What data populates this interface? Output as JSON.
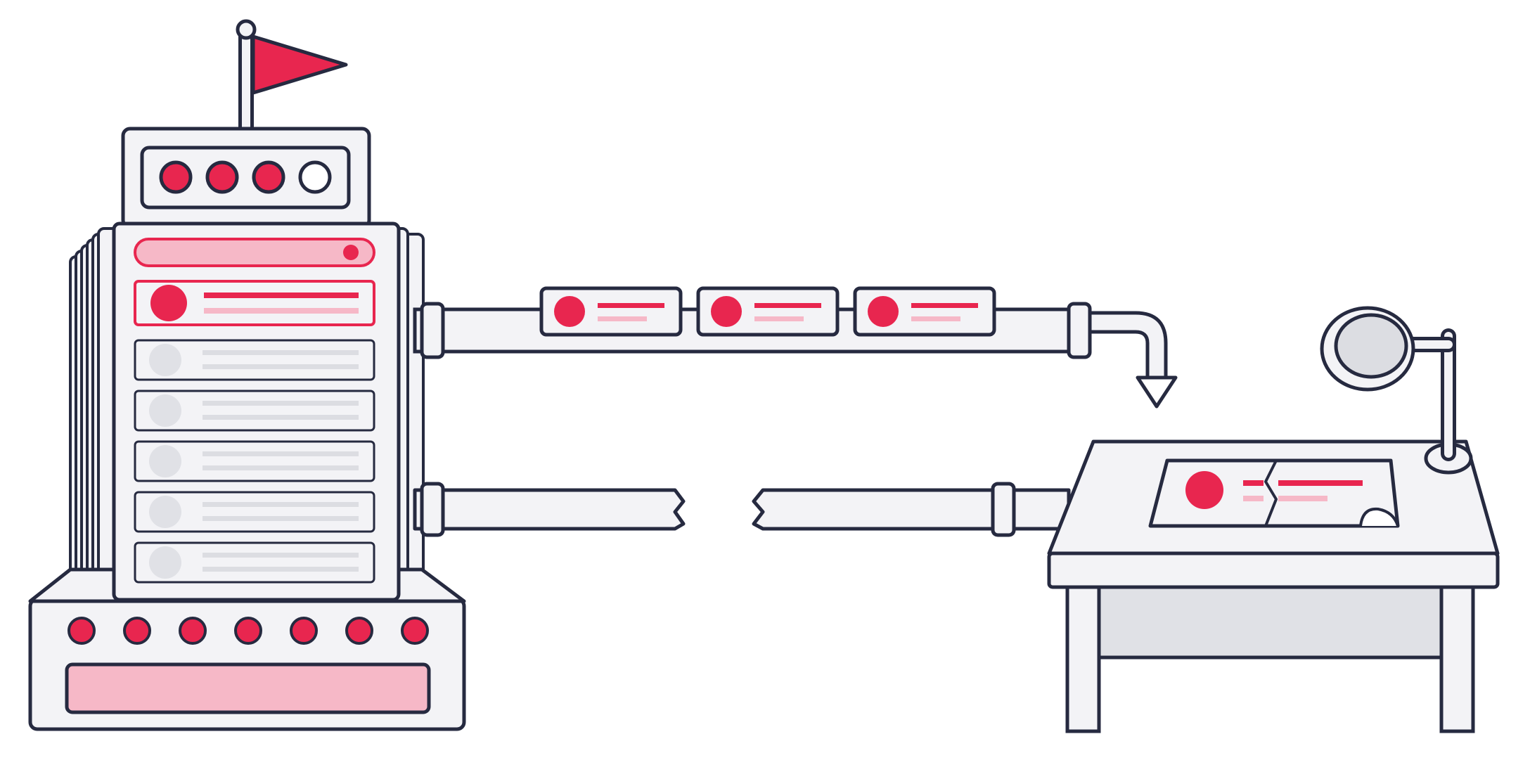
{
  "colors": {
    "outline": "#262a40",
    "panel": "#f3f3f6",
    "accent": "#e8264f",
    "accent_light": "#f6b8c7",
    "gray_fill": "#e0e1e6",
    "gray_bar": "#dcdde2",
    "background": "#ffffff"
  },
  "server": {
    "status_leds": [
      true,
      true,
      true,
      false
    ],
    "queue_item_count": 5,
    "base_led_count": 7
  },
  "pipe_messages": {
    "count": 3
  },
  "icons": [
    "flag-icon",
    "magnifier-icon",
    "broken-pipe-icon",
    "torn-message-icon",
    "arrow-down-icon"
  ]
}
